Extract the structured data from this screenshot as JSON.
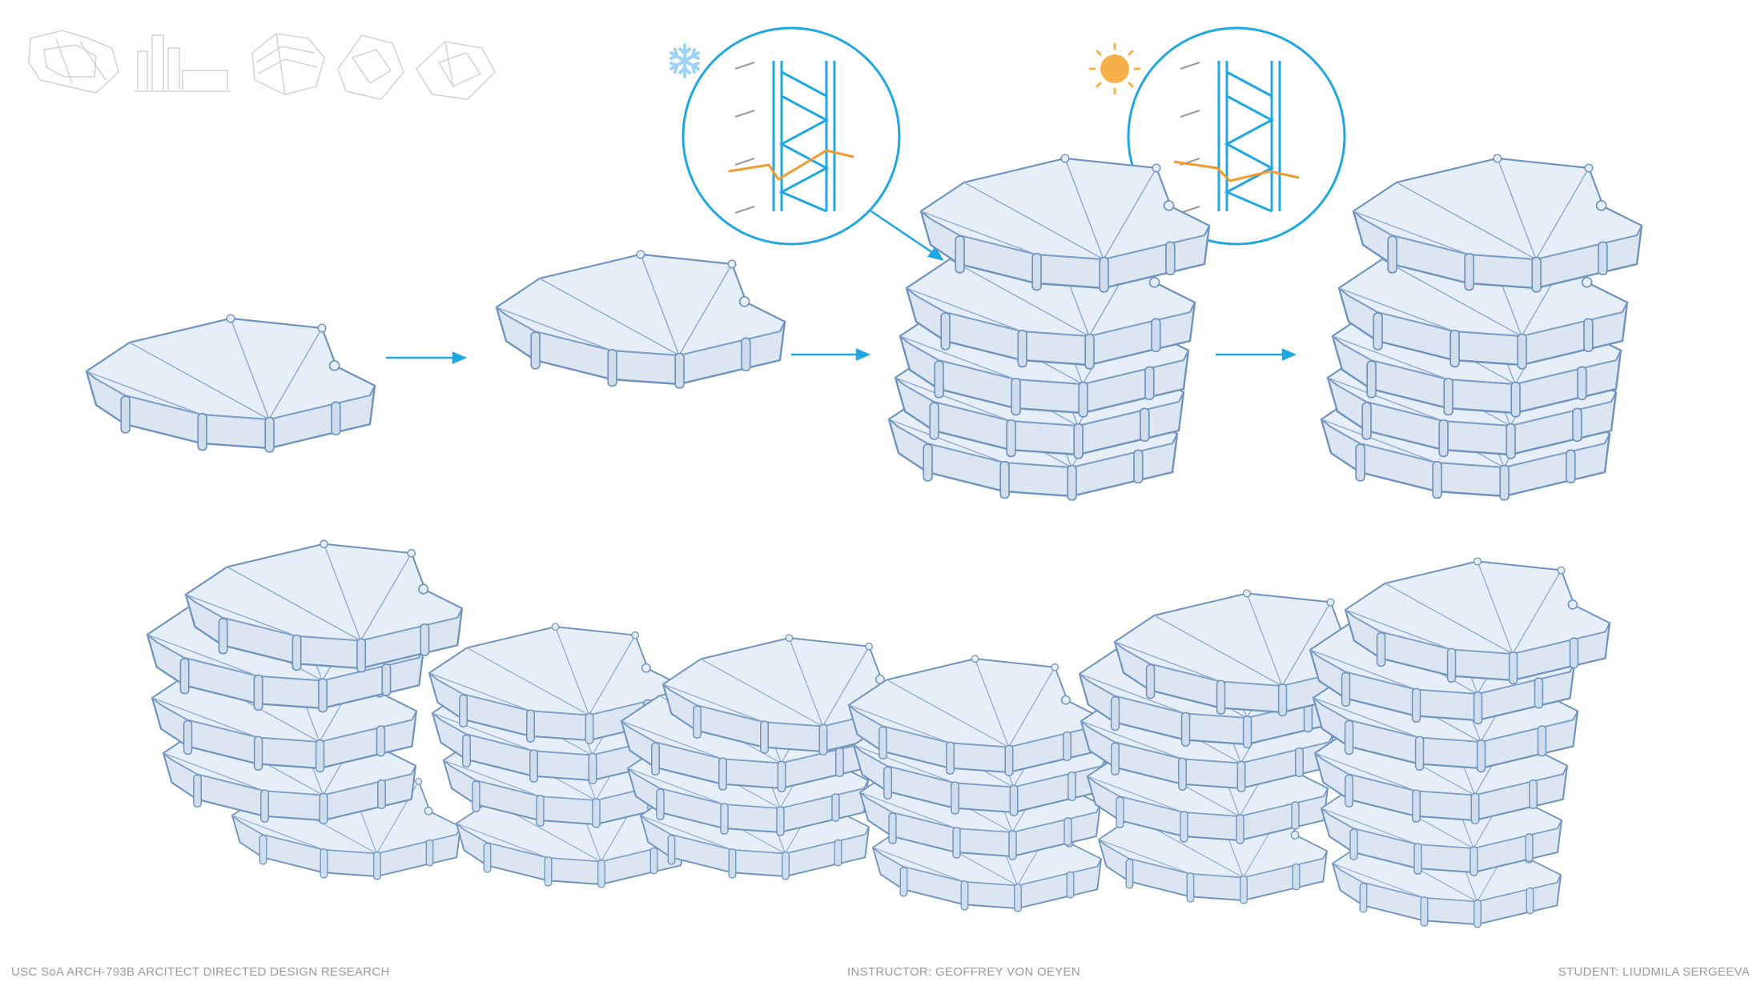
{
  "footer": {
    "course": "USC SoA ARCH-793B ARCITECT DIRECTED DESIGN RESEARCH",
    "instructor": "INSTRUCTOR: GEOFFREY VON OEYEN",
    "student": "STUDENT: LIUDMILA SERGEEVA"
  },
  "icons": {
    "cold": "snowflake-icon",
    "warm": "sun-icon"
  },
  "colors": {
    "module_fill": "#dbe6f2",
    "module_top": "#e6eef7",
    "module_stroke": "#6f93bd",
    "arrow": "#1ea7e0",
    "detail_circle": "#1ea7e0",
    "temperature_line": "#f29a2e",
    "snowflake": "#9fd3f5",
    "sun": "#f7b14a",
    "thumbnail_stroke": "#d2d2d2"
  }
}
